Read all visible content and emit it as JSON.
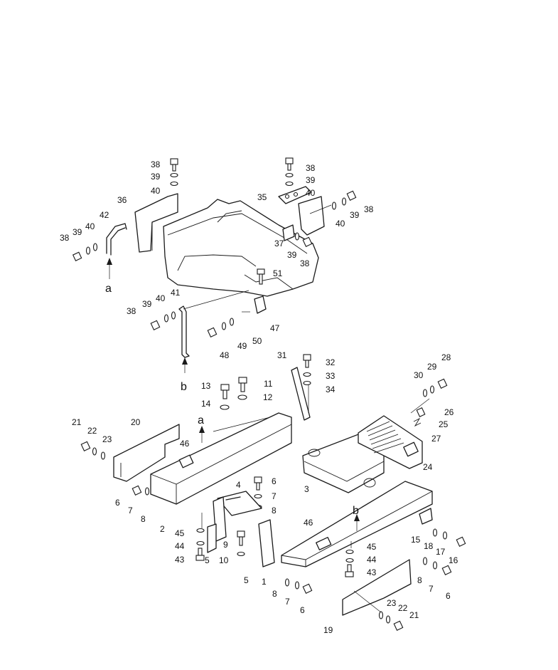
{
  "diagram": {
    "arrow_labels": {
      "a_upper": "a",
      "b_upper": "b",
      "a_lower": "a",
      "b_lower": "b"
    },
    "callouts": [
      {
        "id": "c38a",
        "text": "38"
      },
      {
        "id": "c39a",
        "text": "39"
      },
      {
        "id": "c40a",
        "text": "40"
      },
      {
        "id": "c36",
        "text": "36"
      },
      {
        "id": "c42",
        "text": "42"
      },
      {
        "id": "c38b",
        "text": "38"
      },
      {
        "id": "c39b",
        "text": "39"
      },
      {
        "id": "c40b",
        "text": "40"
      },
      {
        "id": "c38c",
        "text": "38"
      },
      {
        "id": "c39c",
        "text": "39"
      },
      {
        "id": "c40c",
        "text": "40"
      },
      {
        "id": "c35",
        "text": "35"
      },
      {
        "id": "c40d",
        "text": "40"
      },
      {
        "id": "c39d",
        "text": "39"
      },
      {
        "id": "c38d",
        "text": "38"
      },
      {
        "id": "c37",
        "text": "37"
      },
      {
        "id": "c39e",
        "text": "39"
      },
      {
        "id": "c38e",
        "text": "38"
      },
      {
        "id": "c51",
        "text": "51"
      },
      {
        "id": "c47",
        "text": "47"
      },
      {
        "id": "c41",
        "text": "41"
      },
      {
        "id": "c40f",
        "text": "40"
      },
      {
        "id": "c39f",
        "text": "39"
      },
      {
        "id": "c38f",
        "text": "38"
      },
      {
        "id": "c50",
        "text": "50"
      },
      {
        "id": "c49",
        "text": "49"
      },
      {
        "id": "c48",
        "text": "48"
      },
      {
        "id": "c31",
        "text": "31"
      },
      {
        "id": "c32",
        "text": "32"
      },
      {
        "id": "c33",
        "text": "33"
      },
      {
        "id": "c34",
        "text": "34"
      },
      {
        "id": "c28",
        "text": "28"
      },
      {
        "id": "c29",
        "text": "29"
      },
      {
        "id": "c30",
        "text": "30"
      },
      {
        "id": "c26",
        "text": "26"
      },
      {
        "id": "c25",
        "text": "25"
      },
      {
        "id": "c27",
        "text": "27"
      },
      {
        "id": "c24",
        "text": "24"
      },
      {
        "id": "c13",
        "text": "13"
      },
      {
        "id": "c11",
        "text": "11"
      },
      {
        "id": "c12",
        "text": "12"
      },
      {
        "id": "c14",
        "text": "14"
      },
      {
        "id": "c21a",
        "text": "21"
      },
      {
        "id": "c22a",
        "text": "22"
      },
      {
        "id": "c23a",
        "text": "23"
      },
      {
        "id": "c20",
        "text": "20"
      },
      {
        "id": "c46a",
        "text": "46"
      },
      {
        "id": "c3",
        "text": "3"
      },
      {
        "id": "c6a",
        "text": "6"
      },
      {
        "id": "c7a",
        "text": "7"
      },
      {
        "id": "c8a",
        "text": "8"
      },
      {
        "id": "c2",
        "text": "2"
      },
      {
        "id": "c4",
        "text": "4"
      },
      {
        "id": "c6b",
        "text": "6"
      },
      {
        "id": "c7b",
        "text": "7"
      },
      {
        "id": "c8b",
        "text": "8"
      },
      {
        "id": "c45a",
        "text": "45"
      },
      {
        "id": "c44a",
        "text": "44"
      },
      {
        "id": "c43a",
        "text": "43"
      },
      {
        "id": "c5a",
        "text": "5"
      },
      {
        "id": "c9",
        "text": "9"
      },
      {
        "id": "c10",
        "text": "10"
      },
      {
        "id": "c5b",
        "text": "5"
      },
      {
        "id": "c46b",
        "text": "46"
      },
      {
        "id": "c45b",
        "text": "45"
      },
      {
        "id": "c44b",
        "text": "44"
      },
      {
        "id": "c43b",
        "text": "43"
      },
      {
        "id": "c15",
        "text": "15"
      },
      {
        "id": "c18",
        "text": "18"
      },
      {
        "id": "c17",
        "text": "17"
      },
      {
        "id": "c16",
        "text": "16"
      },
      {
        "id": "c8c",
        "text": "8"
      },
      {
        "id": "c7c",
        "text": "7"
      },
      {
        "id": "c6c",
        "text": "6"
      },
      {
        "id": "c1",
        "text": "1"
      },
      {
        "id": "c8d",
        "text": "8"
      },
      {
        "id": "c7d",
        "text": "7"
      },
      {
        "id": "c6d",
        "text": "6"
      },
      {
        "id": "c19",
        "text": "19"
      },
      {
        "id": "c23b",
        "text": "23"
      },
      {
        "id": "c22b",
        "text": "22"
      },
      {
        "id": "c21b",
        "text": "21"
      }
    ]
  }
}
